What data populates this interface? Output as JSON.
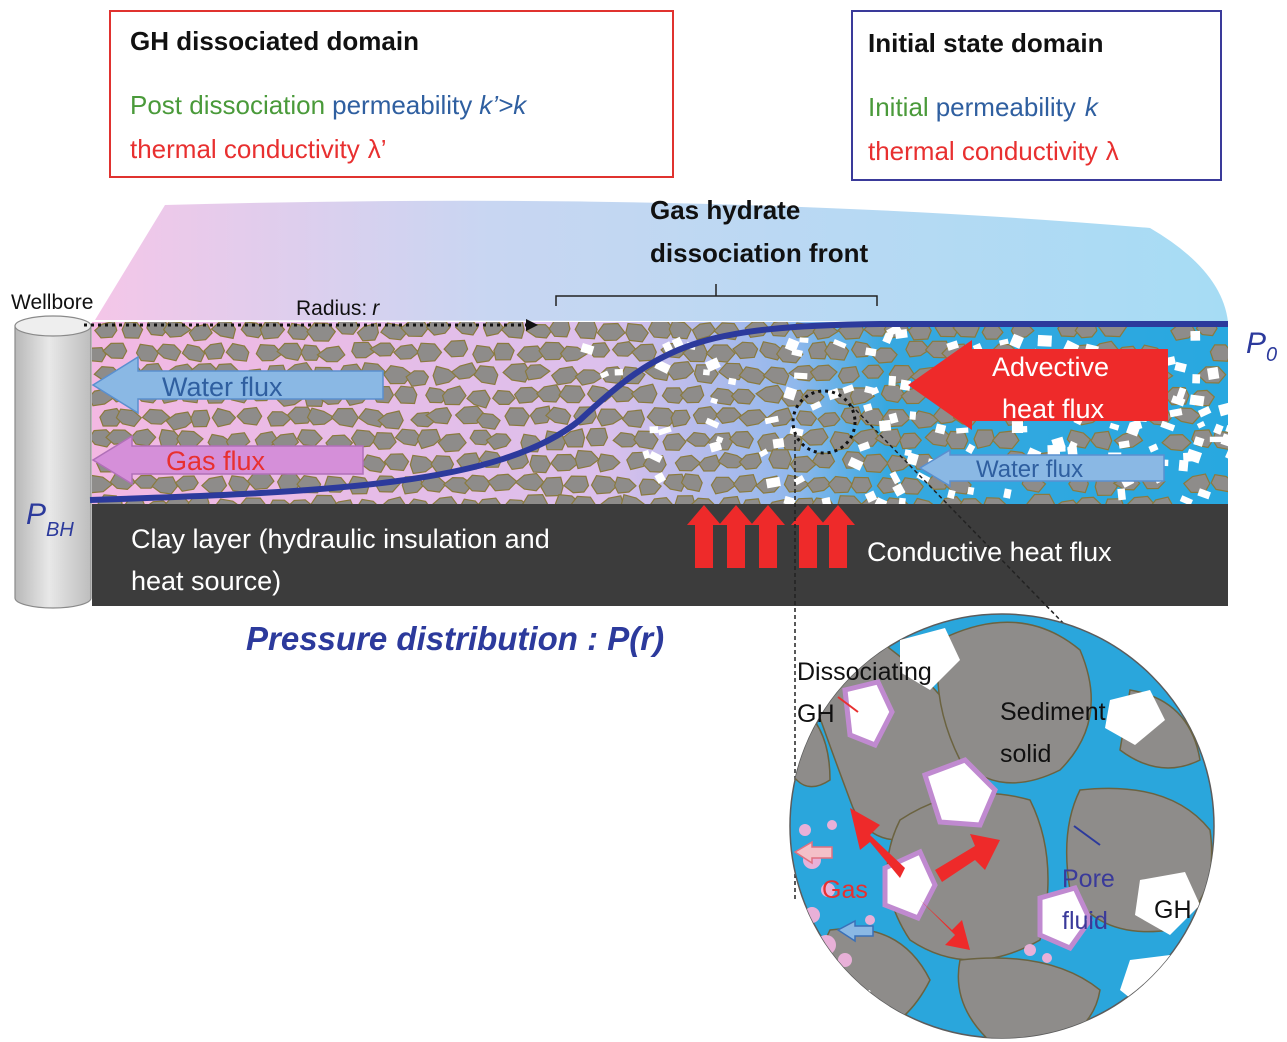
{
  "colors": {
    "box_left_border": "#e0322f",
    "box_right_border": "#3a3a9a",
    "green": "#4a9a3a",
    "blue_text": "#2f5fa0",
    "red": "#e83030",
    "pressure_line": "#2c3a9c",
    "clay": "#3c3c3c",
    "water": "#2aa6dc",
    "sediment": "#8e8c8a",
    "sky": "#9fd9f2",
    "pink": "#f0b8e4"
  },
  "left_box": {
    "title": "GH dissociated domain",
    "line1_green": "Post dissociation",
    "line1_blue": "permeability",
    "line1_sym": "k’>k",
    "line2": "thermal conductivity",
    "line2_sym": "λ’"
  },
  "right_box": {
    "title": "Initial state domain",
    "line1_green": "Initial",
    "line1_blue": "permeability",
    "line1_sym": "k",
    "line2": "thermal  conductivity",
    "line2_sym": "λ"
  },
  "front_label": {
    "line1": "Gas hydrate",
    "line2": "dissociation front"
  },
  "wellbore_label": "Wellbore",
  "radius_label": "Radius:",
  "radius_sym": "r",
  "p0_label": "P",
  "p0_sub": "0",
  "pbh_label": "P",
  "pbh_sub": "BH",
  "water_flux_left": "Water flux",
  "gas_flux": "Gas flux",
  "advective": {
    "line1": "Advective",
    "line2": "heat flux"
  },
  "water_flux_right": "Water flux",
  "clay": {
    "line1": "Clay layer (hydraulic insulation and",
    "line2": "heat source)"
  },
  "conductive": "Conductive heat flux",
  "pressure": {
    "text": "Pressure  distribution : P(",
    "sym": "r",
    "end": ")"
  },
  "zoom": {
    "dissociating": "Dissociating",
    "gh1": "GH",
    "sediment1": "Sediment",
    "sediment2": "solid",
    "gas": "Gas",
    "pore1": "Pore",
    "pore2": "fluid",
    "gh2": "GH"
  }
}
